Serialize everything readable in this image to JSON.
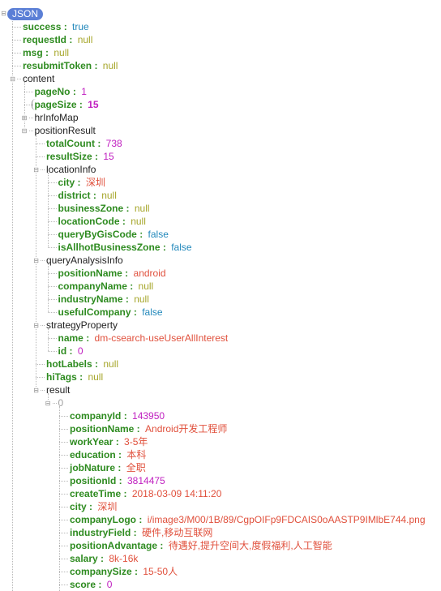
{
  "root_label": "JSON",
  "nodes": [
    {
      "depth": 0,
      "key": "success",
      "value": "true",
      "type": "bool"
    },
    {
      "depth": 0,
      "key": "requestId",
      "value": "null",
      "type": "null"
    },
    {
      "depth": 0,
      "key": "msg",
      "value": "null",
      "type": "null"
    },
    {
      "depth": 0,
      "key": "resubmitToken",
      "value": "null",
      "type": "null"
    },
    {
      "depth": 0,
      "key": "content",
      "type": "object",
      "expanded": true
    },
    {
      "depth": 1,
      "key": "pageNo",
      "value": "1",
      "type": "num"
    },
    {
      "depth": 1,
      "key": "pageSize",
      "value": "15",
      "type": "num",
      "selected": true
    },
    {
      "depth": 1,
      "key": "hrInfoMap",
      "type": "object",
      "expanded": false
    },
    {
      "depth": 1,
      "key": "positionResult",
      "type": "object",
      "expanded": true
    },
    {
      "depth": 2,
      "key": "totalCount",
      "value": "738",
      "type": "num"
    },
    {
      "depth": 2,
      "key": "resultSize",
      "value": "15",
      "type": "num"
    },
    {
      "depth": 2,
      "key": "locationInfo",
      "type": "object",
      "expanded": true
    },
    {
      "depth": 3,
      "key": "city",
      "value": "深圳",
      "type": "str"
    },
    {
      "depth": 3,
      "key": "district",
      "value": "null",
      "type": "null"
    },
    {
      "depth": 3,
      "key": "businessZone",
      "value": "null",
      "type": "null"
    },
    {
      "depth": 3,
      "key": "locationCode",
      "value": "null",
      "type": "null"
    },
    {
      "depth": 3,
      "key": "queryByGisCode",
      "value": "false",
      "type": "bool"
    },
    {
      "depth": 3,
      "key": "isAllhotBusinessZone",
      "value": "false",
      "type": "bool"
    },
    {
      "depth": 2,
      "key": "queryAnalysisInfo",
      "type": "object",
      "expanded": true
    },
    {
      "depth": 3,
      "key": "positionName",
      "value": "android",
      "type": "str"
    },
    {
      "depth": 3,
      "key": "companyName",
      "value": "null",
      "type": "null"
    },
    {
      "depth": 3,
      "key": "industryName",
      "value": "null",
      "type": "null"
    },
    {
      "depth": 3,
      "key": "usefulCompany",
      "value": "false",
      "type": "bool"
    },
    {
      "depth": 2,
      "key": "strategyProperty",
      "type": "object",
      "expanded": true
    },
    {
      "depth": 3,
      "key": "name",
      "value": "dm-csearch-useUserAllInterest",
      "type": "str"
    },
    {
      "depth": 3,
      "key": "id",
      "value": "0",
      "type": "num"
    },
    {
      "depth": 2,
      "key": "hotLabels",
      "value": "null",
      "type": "null"
    },
    {
      "depth": 2,
      "key": "hiTags",
      "value": "null",
      "type": "null"
    },
    {
      "depth": 2,
      "key": "result",
      "type": "array",
      "expanded": true
    },
    {
      "depth": 3,
      "key": "0",
      "type": "index",
      "expanded": true
    },
    {
      "depth": 4,
      "key": "companyId",
      "value": "143950",
      "type": "num"
    },
    {
      "depth": 4,
      "key": "positionName",
      "value": "Android开发工程师",
      "type": "str"
    },
    {
      "depth": 4,
      "key": "workYear",
      "value": "3-5年",
      "type": "str"
    },
    {
      "depth": 4,
      "key": "education",
      "value": "本科",
      "type": "str"
    },
    {
      "depth": 4,
      "key": "jobNature",
      "value": "全职",
      "type": "str"
    },
    {
      "depth": 4,
      "key": "positionId",
      "value": "3814475",
      "type": "num"
    },
    {
      "depth": 4,
      "key": "createTime",
      "value": "2018-03-09 14:11:20",
      "type": "str"
    },
    {
      "depth": 4,
      "key": "city",
      "value": "深圳",
      "type": "str"
    },
    {
      "depth": 4,
      "key": "companyLogo",
      "value": "i/image3/M00/1B/89/CgpOIFp9FDCAIS0oAASTP9IMlbE744.png",
      "type": "str"
    },
    {
      "depth": 4,
      "key": "industryField",
      "value": "硬件,移动互联网",
      "type": "str"
    },
    {
      "depth": 4,
      "key": "positionAdvantage",
      "value": "待遇好,提升空间大,度假福利,人工智能",
      "type": "str"
    },
    {
      "depth": 4,
      "key": "salary",
      "value": "8k-16k",
      "type": "str"
    },
    {
      "depth": 4,
      "key": "companySize",
      "value": "15-50人",
      "type": "str"
    },
    {
      "depth": 4,
      "key": "score",
      "value": "0",
      "type": "num"
    }
  ]
}
